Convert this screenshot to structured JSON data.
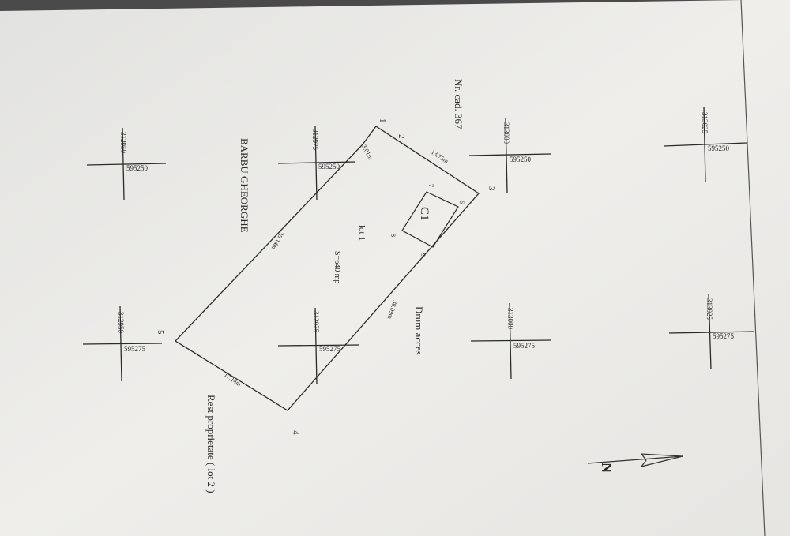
{
  "cadastral_number": "Nr. cad. 367",
  "neighbor_name": "BARBU GHEORGHE",
  "access_road": "Drum acces",
  "remaining_property": "Rest proprietate ( lot 2 )",
  "lot_label": "lot 1",
  "area_label": "S=640 mp",
  "building_label": "C1",
  "north_symbol": "N",
  "vertices": [
    "1",
    "2",
    "3",
    "4",
    "5",
    "6",
    "7",
    "8",
    "9"
  ],
  "distances": {
    "side_1_2": "3.01m",
    "side_2_3": "13.75m",
    "side_3_4": "38.09m",
    "side_4_5": "17.14m",
    "side_5_1": "38.14m"
  },
  "grid_marks": [
    {
      "northing": "313025",
      "easting": "595250"
    },
    {
      "northing": "313025",
      "easting": "595275"
    },
    {
      "northing": "313000",
      "easting": "595250"
    },
    {
      "northing": "313000",
      "easting": "595275"
    },
    {
      "northing": "312975",
      "easting": "595250"
    },
    {
      "northing": "312975",
      "easting": "595275"
    },
    {
      "northing": "312950",
      "easting": "595250"
    },
    {
      "northing": "312950",
      "easting": "595275"
    }
  ],
  "colors": {
    "paper": "#ecebe8",
    "ink": "#2a2a2a",
    "background": "#dcdcda"
  }
}
